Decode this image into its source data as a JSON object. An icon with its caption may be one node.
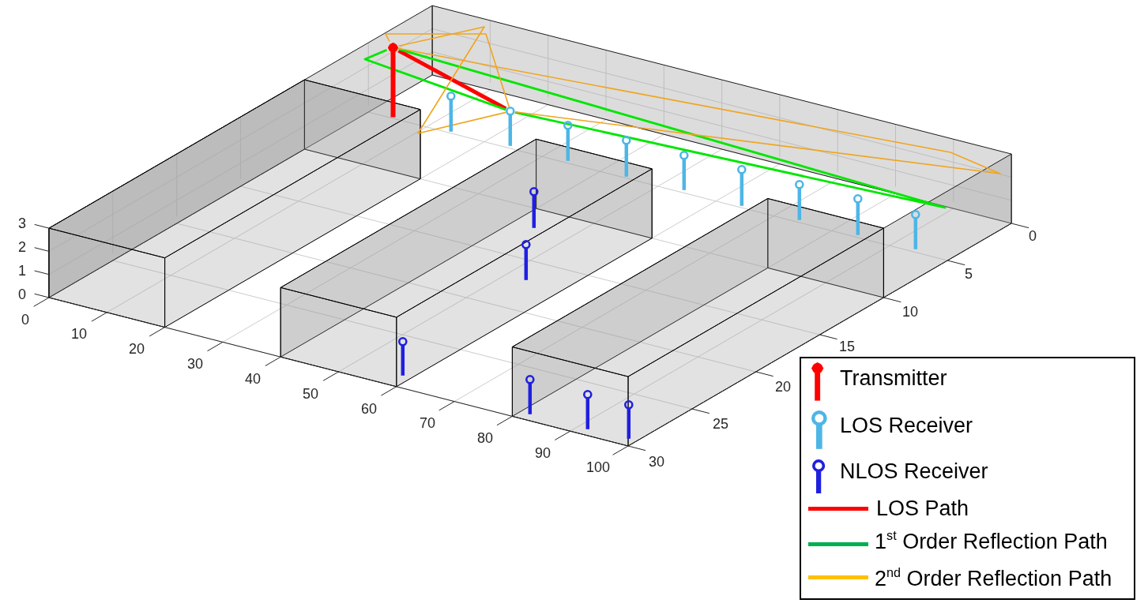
{
  "diagram": {
    "nodes": [
      {
        "text": [],
        "shape": "pin"
      },
      {
        "text": [],
        "shape": "pin"
      },
      {
        "text": [],
        "shape": "pin"
      },
      {
        "text": [],
        "shape": "pin"
      },
      {
        "text": [],
        "shape": "pin"
      },
      {
        "text": [],
        "shape": "pin"
      },
      {
        "text": [],
        "shape": "pin"
      },
      {
        "text": [],
        "shape": "pin"
      },
      {
        "text": [],
        "shape": "pin"
      },
      {
        "text": [],
        "shape": "pin"
      },
      {
        "text": [],
        "shape": "pin"
      },
      {
        "text": [],
        "shape": "pin"
      },
      {
        "text": [],
        "shape": "pin"
      },
      {
        "text": [],
        "shape": "pin"
      },
      {
        "text": [],
        "shape": "pin"
      },
      {
        "text": [],
        "shape": "pin"
      }
    ],
    "edges": [
      {
        "from": 0,
        "to": 2,
        "arrow": "none",
        "style": "thick",
        "color": "#ff0000"
      },
      {
        "from": 0,
        "to": 2,
        "arrow": "none",
        "color": "#00e600"
      },
      {
        "from": 0,
        "to": 2,
        "arrow": "none",
        "color": "#00e600"
      },
      {
        "from": 0,
        "to": 2,
        "arrow": "none"
      },
      {
        "from": 0,
        "to": 2,
        "arrow": "none"
      },
      {
        "from": 0,
        "to": 2,
        "arrow": "none"
      }
    ],
    "labels": [
      "3",
      "2",
      "1",
      "0",
      "0",
      "10",
      "20",
      "30",
      "40",
      "50",
      "60",
      "70",
      "80",
      "90",
      "100",
      "0",
      "5",
      "10",
      "15",
      "20",
      "25",
      "30"
    ],
    "legend": [
      {
        "text": "Transmitter"
      },
      {
        "text": "LOS Receiver"
      },
      {
        "text": "NLOS Receiver"
      },
      {
        "text": "LOS Path"
      },
      {
        "text": "1$^{st}$ Order Reflection Path"
      },
      {
        "text": "2$^{nd}$ Order Reflection Path"
      }
    ]
  }
}
